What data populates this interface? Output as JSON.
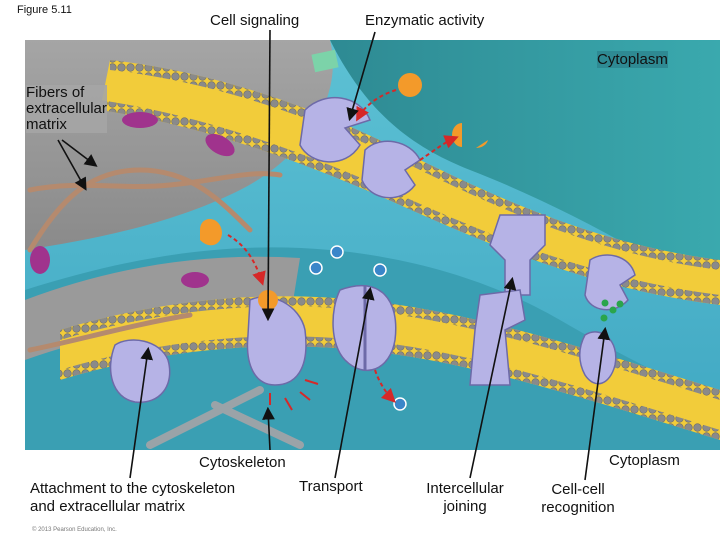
{
  "figure_label": "Figure 5.11",
  "labels": {
    "cell_signaling": "Cell signaling",
    "enzymatic_activity": "Enzymatic activity",
    "cytoplasm_top": "Cytoplasm",
    "fibers_line1": "Fibers of",
    "fibers_line2": "extracellular",
    "fibers_line3": "matrix",
    "cytoskeleton": "Cytoskeleton",
    "cytoplasm_bottom": "Cytoplasm",
    "attachment_line1": "Attachment to the cytoskeleton",
    "attachment_line2": "and extracellular matrix",
    "transport": "Transport",
    "intercellular_line1": "Intercellular",
    "intercellular_line2": "joining",
    "cellcell_line1": "Cell-cell",
    "cellcell_line2": "recognition"
  },
  "copyright": "© 2013 Pearson Education, Inc.",
  "colors": {
    "extracellular": "#4fb8cf",
    "cytoplasm_dark": "#2f8f98",
    "membrane_head": "#8c8c8c",
    "membrane_tail": "#f2cc3a",
    "protein": "#b6b3e6",
    "protein_edge": "#6d6aa8",
    "signal": "#f39a2a",
    "ion": "#3a86c9",
    "fiber": "#b58a6e",
    "arrow_red": "#d62828"
  }
}
